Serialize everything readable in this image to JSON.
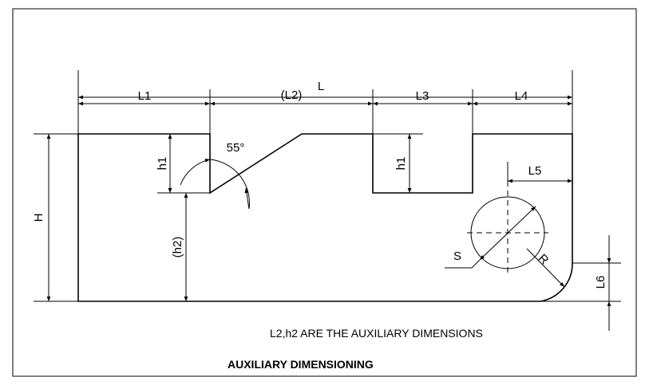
{
  "dimensions": {
    "L": "L",
    "L1": "L1",
    "L2": "(L2)",
    "L3": "L3",
    "L4": "L4",
    "L5": "L5",
    "L6": "L6",
    "H": "H",
    "h1_left": "h1",
    "h1_right": "h1",
    "h2": "(h2)",
    "angle": "55°",
    "S": "S",
    "R": "R"
  },
  "note": "L2,h2 ARE THE AUXILIARY DIMENSIONS",
  "title": "AUXILIARY DIMENSIONING"
}
